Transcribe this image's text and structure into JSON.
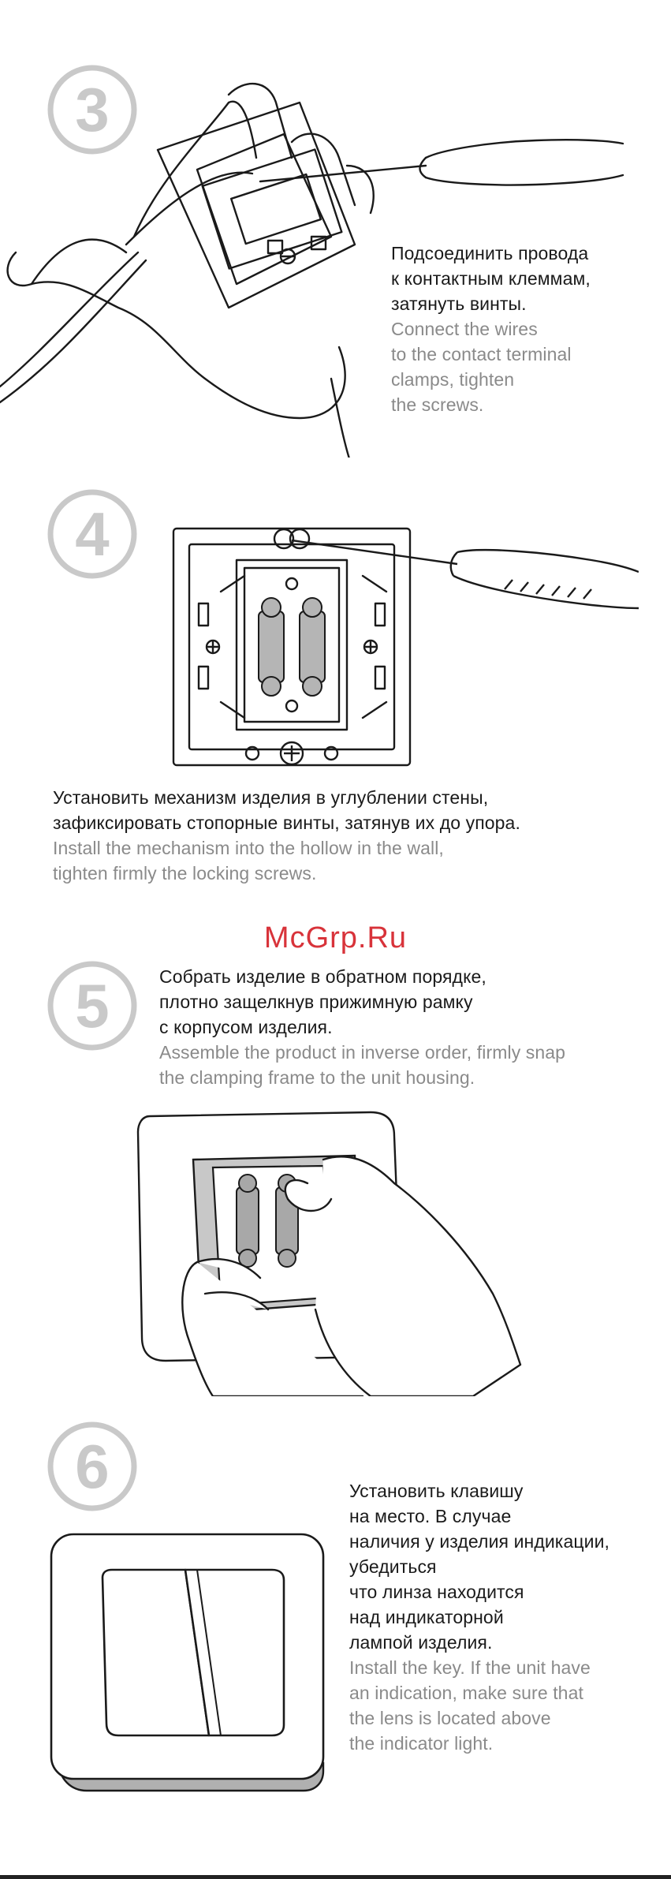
{
  "steps": [
    {
      "number": "3",
      "ru": [
        "Подсоединить провода",
        "к контактным клеммам,",
        "затянуть винты."
      ],
      "en": [
        "Connect the wires",
        "to the contact terminal",
        "clamps, tighten",
        "the screws."
      ]
    },
    {
      "number": "4",
      "ru": [
        "Установить механизм изделия в углублении стены,",
        "зафиксировать стопорные винты, затянув их до упора."
      ],
      "en": [
        "Install the mechanism into the hollow in the wall,",
        "tighten firmly the locking screws."
      ]
    },
    {
      "number": "5",
      "ru": [
        "Собрать изделие в обратном порядке,",
        "плотно защелкнув прижимную рамку",
        "с корпусом изделия."
      ],
      "en": [
        "Assemble the product in inverse order, firmly snap",
        "the clamping frame to the unit housing."
      ]
    },
    {
      "number": "6",
      "ru": [
        "Установить клавишу",
        "на место. В случае",
        "наличия у изделия индикации,",
        "убедиться",
        "что линза находится",
        "над индикаторной",
        "лампой изделия."
      ],
      "en": [
        "Install the key. If the unit have",
        "an indication, make sure that",
        "the lens is located above",
        "the indicator light."
      ]
    }
  ],
  "watermark": "McGrp.Ru"
}
